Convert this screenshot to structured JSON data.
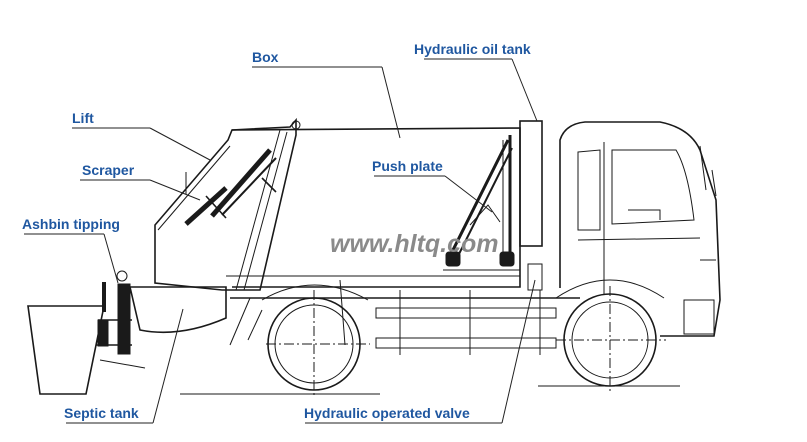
{
  "labels": {
    "box": "Box",
    "hydraulic_oil_tank": "Hydraulic oil tank",
    "lift": "Lift",
    "scraper": "Scraper",
    "push_plate": "Push plate",
    "ashbin_tipping": "Ashbin tipping",
    "septic_tank": "Septic tank",
    "hydraulic_operated_valve": "Hydraulic operated valve"
  },
  "watermark": "www.hltq.com",
  "colors": {
    "label_text": "#1f57a0",
    "line": "#1a1a1a",
    "watermark": "#8a8a8a"
  }
}
